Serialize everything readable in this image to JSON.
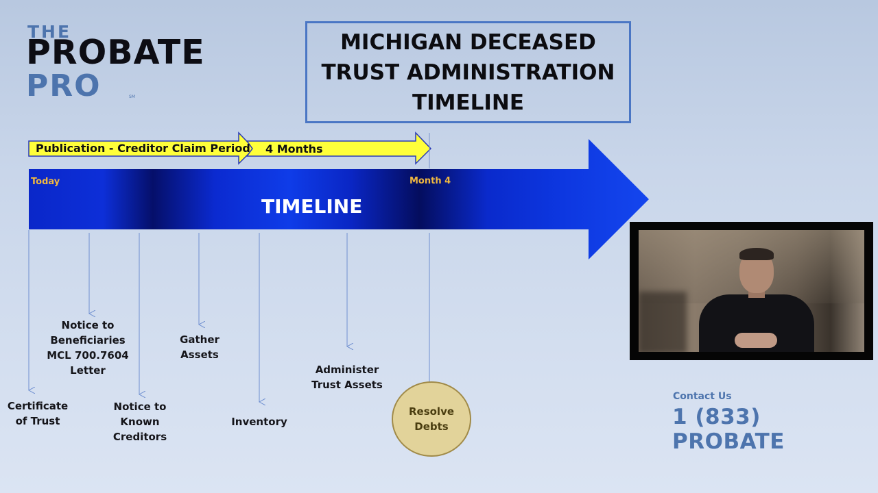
{
  "logo": {
    "the": "THE",
    "probate": "PROBATE",
    "pro": "PRO",
    "mark": "SM"
  },
  "title": {
    "line1": "MICHIGAN DECEASED",
    "line2": "TRUST ADMINISTRATION",
    "line3": "TIMELINE"
  },
  "creditor_period": {
    "label": "Publication - Creditor Claim Period",
    "duration": "4 Months"
  },
  "timeline": {
    "label": "TIMELINE",
    "start": "Today",
    "end": "Month 4"
  },
  "steps": [
    {
      "lines": [
        "Certificate",
        "of Trust"
      ]
    },
    {
      "lines": [
        "Notice to",
        "Beneficiaries",
        "MCL 700.7604",
        "Letter"
      ]
    },
    {
      "lines": [
        "Notice to",
        "Known",
        "Creditors"
      ]
    },
    {
      "lines": [
        "Gather",
        "Assets"
      ]
    },
    {
      "lines": [
        "Inventory"
      ]
    },
    {
      "lines": [
        "Administer",
        "Trust Assets"
      ]
    },
    {
      "lines": [
        "Resolve",
        "Debts"
      ]
    }
  ],
  "contact": {
    "label": "Contact Us",
    "phone": "1 (833) PROBATE"
  },
  "colors": {
    "brand_blue": "#4d74ad",
    "timeline_blue": "#0a23c8",
    "highlight_yellow": "#ffff3a",
    "debts_fill": "#e2d39a",
    "title_border": "#4a76c4"
  }
}
